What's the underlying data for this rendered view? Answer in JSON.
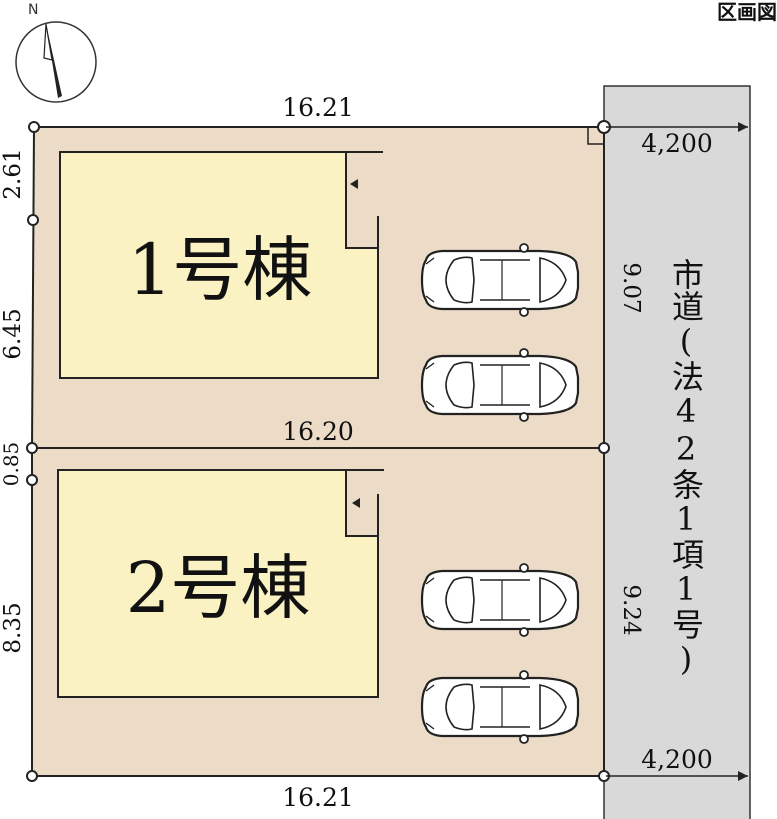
{
  "title": "区画図",
  "road": {
    "label": "市道(法42条1項1号)",
    "width_top": "4,200",
    "width_bottom": "4,200"
  },
  "lots": [
    {
      "name": "1号棟",
      "top": "16.21",
      "bottom": "16.20",
      "left_upper": "2.61",
      "left_lower": "6.45",
      "right": "9.07"
    },
    {
      "name": "2号棟",
      "top": "16.20",
      "bottom": "16.21",
      "left_upper": "0.85",
      "left_lower": "8.35",
      "right": "9.24"
    }
  ],
  "colors": {
    "lot": "#ecdcc7",
    "building": "#fbf2c3",
    "road": "#d9d9d9",
    "line": "#222222"
  },
  "icons": [
    "compass-north-icon",
    "car-icon",
    "entrance-marker-icon",
    "right-angle-mark-icon"
  ]
}
